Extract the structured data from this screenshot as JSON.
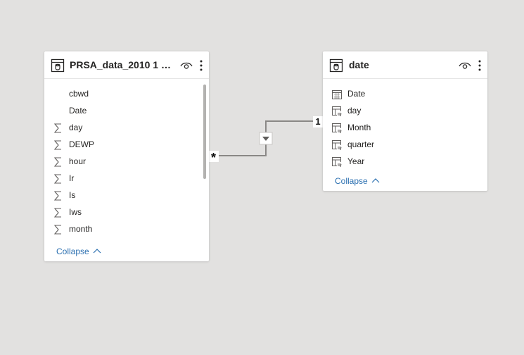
{
  "tables": [
    {
      "title": "PRSA_data_2010 1 1-2...",
      "fields": [
        {
          "label": "cbwd",
          "icon": "none"
        },
        {
          "label": "Date",
          "icon": "none"
        },
        {
          "label": "day",
          "icon": "sigma-icon"
        },
        {
          "label": "DEWP",
          "icon": "sigma-icon"
        },
        {
          "label": "hour",
          "icon": "sigma-icon"
        },
        {
          "label": "Ir",
          "icon": "sigma-icon"
        },
        {
          "label": "Is",
          "icon": "sigma-icon"
        },
        {
          "label": "Iws",
          "icon": "sigma-icon"
        },
        {
          "label": "month",
          "icon": "sigma-icon"
        }
      ],
      "collapse_label": "Collapse"
    },
    {
      "title": "date",
      "fields": [
        {
          "label": "Date",
          "icon": "calendar-icon"
        },
        {
          "label": "day",
          "icon": "calculated-column-icon"
        },
        {
          "label": "Month",
          "icon": "calculated-column-icon"
        },
        {
          "label": "quarter",
          "icon": "calculated-column-icon"
        },
        {
          "label": "Year",
          "icon": "calculated-column-icon"
        }
      ],
      "collapse_label": "Collapse"
    }
  ],
  "relationship": {
    "many_side": "*",
    "one_side": "1",
    "filter_direction": "single"
  },
  "colors": {
    "canvas": "#e2e1e0",
    "card": "#ffffff",
    "link": "#2a6fb0",
    "line": "#8a8886"
  }
}
